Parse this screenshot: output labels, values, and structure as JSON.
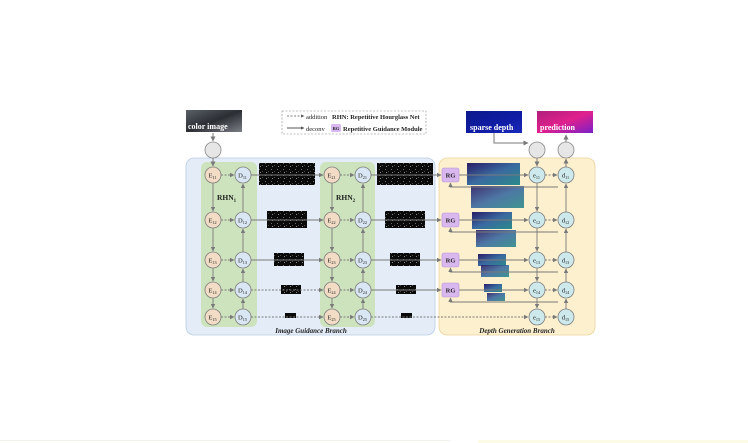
{
  "inputs": {
    "color_image_label": "color image",
    "sparse_depth_label": "sparse depth",
    "prediction_label": "prediction"
  },
  "legend": {
    "addition": "addition",
    "deconv": "deconv",
    "rhn_line": "RHN: Repetitive Hourglass Net",
    "rg_badge": "RG",
    "rg_line": "Repetitive Guidance Module"
  },
  "branches": {
    "image_guidance": "Image Guidance Branch",
    "depth_generation": "Depth Generation Branch"
  },
  "rhn": {
    "rhn1": {
      "base": "RHN",
      "sub": "1"
    },
    "rhn2": {
      "base": "RHN",
      "sub": "2"
    }
  },
  "rg_label": "RG",
  "nodes": {
    "E1": [
      {
        "b": "E",
        "s": "11"
      },
      {
        "b": "E",
        "s": "12"
      },
      {
        "b": "E",
        "s": "13"
      },
      {
        "b": "E",
        "s": "14"
      },
      {
        "b": "E",
        "s": "15"
      }
    ],
    "D1": [
      {
        "b": "D",
        "s": "11"
      },
      {
        "b": "D",
        "s": "12"
      },
      {
        "b": "D",
        "s": "13"
      },
      {
        "b": "D",
        "s": "14"
      },
      {
        "b": "D",
        "s": "15"
      }
    ],
    "E2": [
      {
        "b": "E",
        "s": "21"
      },
      {
        "b": "E",
        "s": "22"
      },
      {
        "b": "E",
        "s": "23"
      },
      {
        "b": "E",
        "s": "24"
      },
      {
        "b": "E",
        "s": "25"
      }
    ],
    "D2": [
      {
        "b": "D",
        "s": "21"
      },
      {
        "b": "D",
        "s": "22"
      },
      {
        "b": "D",
        "s": "23"
      },
      {
        "b": "D",
        "s": "24"
      },
      {
        "b": "D",
        "s": "25"
      }
    ],
    "e": [
      {
        "b": "e",
        "s": "11"
      },
      {
        "b": "e",
        "s": "12"
      },
      {
        "b": "e",
        "s": "13"
      },
      {
        "b": "e",
        "s": "14"
      },
      {
        "b": "e",
        "s": "15"
      }
    ],
    "d": [
      {
        "b": "d",
        "s": "11"
      },
      {
        "b": "d",
        "s": "12"
      },
      {
        "b": "d",
        "s": "13"
      },
      {
        "b": "d",
        "s": "14"
      },
      {
        "b": "d",
        "s": "15"
      }
    ]
  },
  "colors": {
    "image_branch_bg": "#e3ecf7",
    "depth_branch_bg": "#fdf0cf",
    "rhn_bg": "#cde3bd",
    "encoder_node": "#f3dcc6",
    "decoder_node": "#d9e6f3",
    "depth_node": "#cde9ec",
    "rg_box": "#d9b8ef",
    "arrow": "#808080"
  }
}
